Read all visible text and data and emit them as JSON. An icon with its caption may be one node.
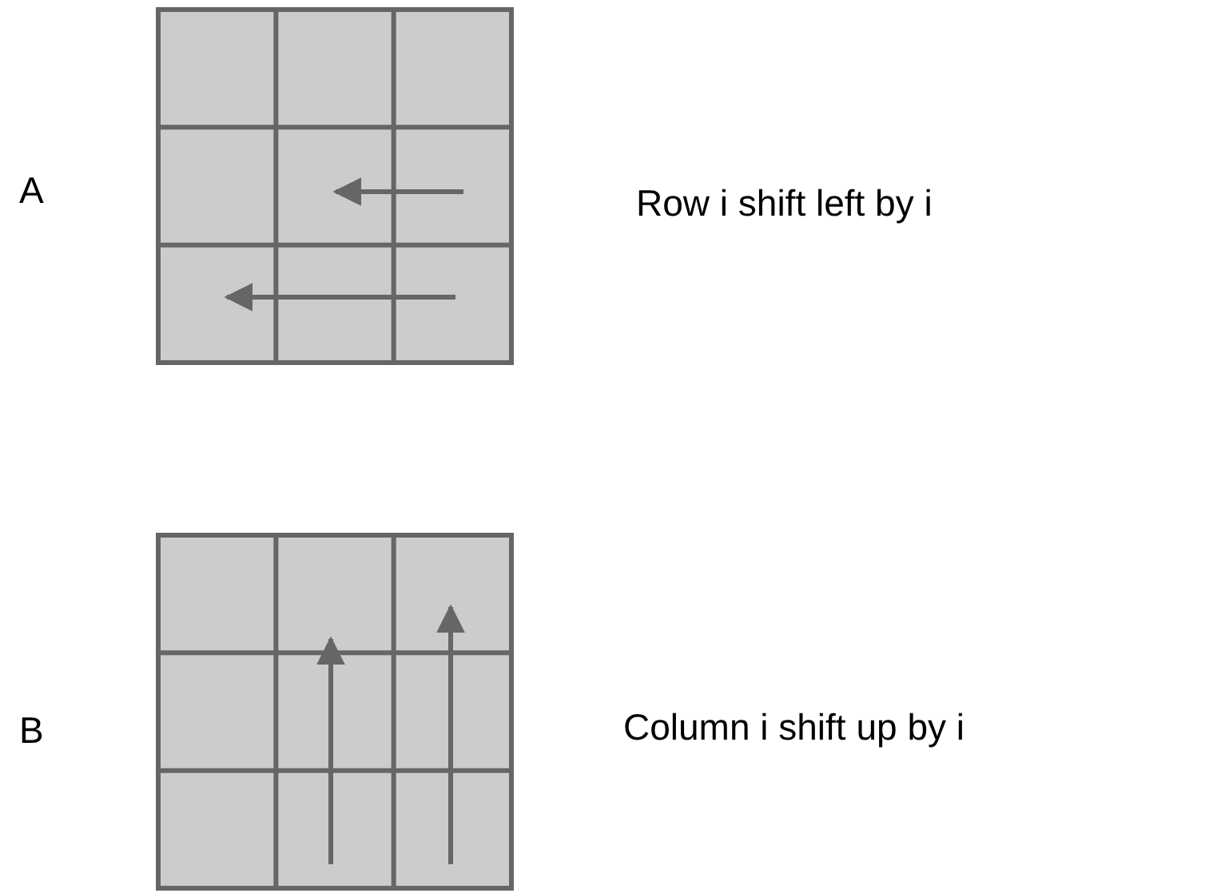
{
  "diagram": {
    "labels": [
      "A",
      "Row i shift left by i",
      "B",
      "Column i shift up by i"
    ]
  }
}
